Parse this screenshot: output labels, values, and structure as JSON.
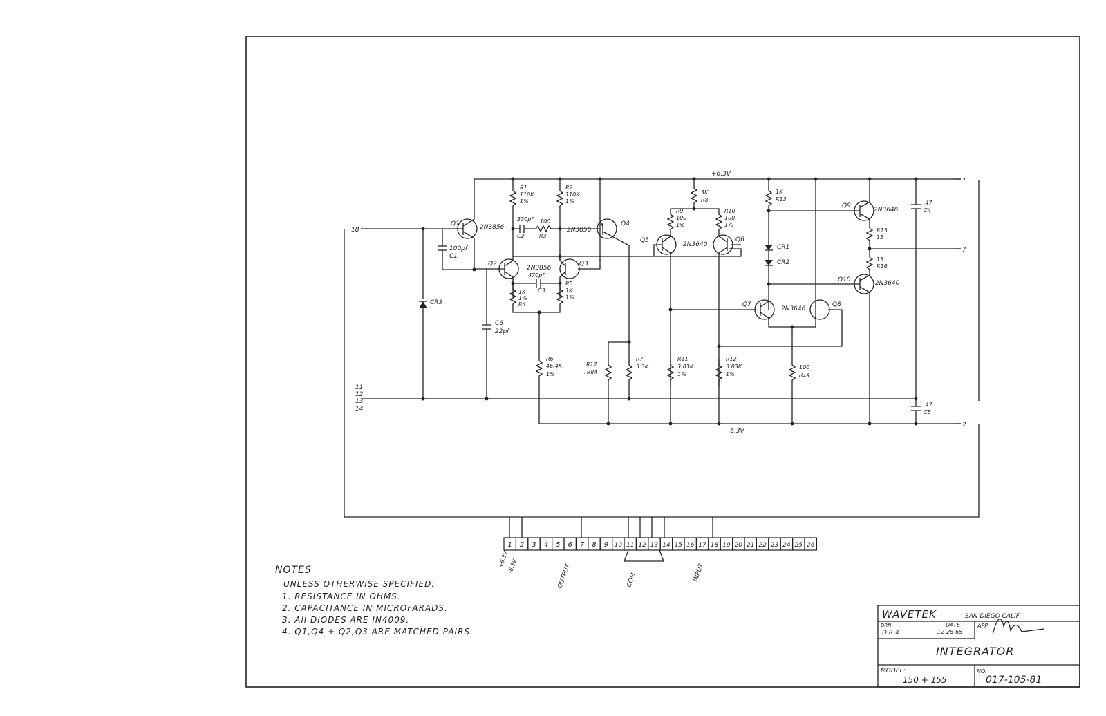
{
  "rails": {
    "positive": "+6.3V",
    "negative": "-6.3V"
  },
  "terminals": {
    "t1": "1",
    "t2": "2",
    "t7": "7",
    "t18": "18",
    "t11": "11",
    "t12": "12",
    "t13": "13",
    "t14": "14"
  },
  "parts": {
    "q1": "Q1",
    "q1_type": "2N3856",
    "q2": "Q2",
    "q2_type": "2N3856",
    "q3": "Q3",
    "q4": "Q4",
    "q3q4_type": "2N3856",
    "q5": "Q5",
    "q6": "Q6",
    "q5q6_type": "2N3640",
    "q7": "Q7",
    "q8": "Q8",
    "q7q8_type": "2N3646",
    "q9": "Q9",
    "q9_type": "2N3646",
    "q10": "Q10",
    "q10_type": "2N3640",
    "r1": "R1",
    "r1_val": "110K",
    "r1_tol": "1%",
    "r2": "R2",
    "r2_val": "110K",
    "r2_tol": "1%",
    "r3": "R3",
    "r3_val": "100",
    "r4": "R4",
    "r4_val": "1K",
    "r4_tol": "1%",
    "r5": "R5",
    "r5_val": "1K",
    "r5_tol": "1%",
    "r6": "R6",
    "r6_val": "46.4K",
    "r6_tol": "1%",
    "r7": "R7",
    "r7_val": "3.3K",
    "r8": "R8",
    "r8_val": "3K",
    "r9": "R9",
    "r9_val": "100",
    "r9_tol": "1%",
    "r10": "R10",
    "r10_val": "100",
    "r10_tol": "1%",
    "r11": "R11",
    "r11_val": "3.83K",
    "r11_tol": "1%",
    "r12": "R12",
    "r12_val": "3.83K",
    "r12_tol": "1%",
    "r13": "R13",
    "r13_val": "1K",
    "r14": "R14",
    "r14_val": "100",
    "r15": "R15",
    "r15_val": "15",
    "r16": "R16",
    "r16_val": "15",
    "r17": "R17",
    "r17_val": "TRIM",
    "c1": "C1",
    "c1_val": "100pf",
    "c2": "C2",
    "c2_val": "330pf",
    "c3": "C3",
    "c3_val": "470pf",
    "c4": "C4",
    "c4_val": ".47",
    "c5": "C5",
    "c5_val": ".47",
    "c6": "C6",
    "c6_val": "22pf",
    "cr1": "CR1",
    "cr2": "CR2",
    "cr3": "CR3"
  },
  "connector": {
    "pins": [
      "1",
      "2",
      "3",
      "4",
      "5",
      "6",
      "7",
      "8",
      "9",
      "10",
      "11",
      "12",
      "13",
      "14",
      "15",
      "16",
      "17",
      "18",
      "19",
      "20",
      "21",
      "22",
      "23",
      "24",
      "25",
      "26"
    ],
    "labels": {
      "p6v": "+6.3V",
      "n6v": "-6.3V",
      "output": "OUTPUT",
      "com": "COM",
      "input": "INPUT"
    }
  },
  "notes": {
    "heading": "NOTES",
    "intro": "UNLESS OTHERWISE SPECIFIED:",
    "items": [
      "1. RESISTANCE IN OHMS.",
      "2. CAPACITANCE IN MICROFARADS.",
      "3. All DIODES ARE IN4009,",
      "4. Q1,Q4 + Q2,Q3 ARE MATCHED PAIRS."
    ]
  },
  "title_block": {
    "company": "WAVETEK",
    "location": "SAN DIEGO CALIF",
    "drn_label": "DRN",
    "drn_value": "D.R.X.",
    "date_label": "DATE",
    "date_value": "12-28-65",
    "app_label": "APP",
    "title": "INTEGRATOR",
    "model_label": "MODEL:",
    "model_value": "150 + 155",
    "no_label": "NO.",
    "no_value": "017-105-81"
  }
}
